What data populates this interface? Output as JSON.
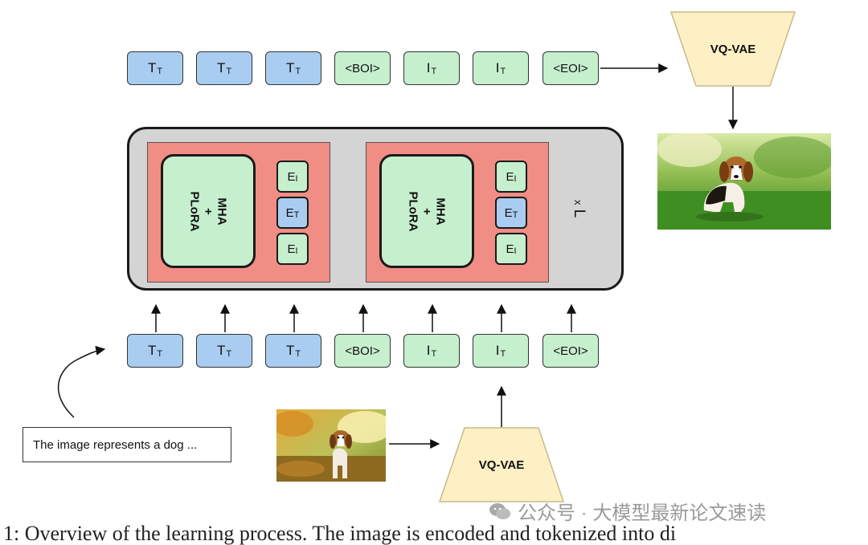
{
  "output_tokens": [
    {
      "kind": "text",
      "main": "T",
      "sub": "T"
    },
    {
      "kind": "text",
      "main": "T",
      "sub": "T"
    },
    {
      "kind": "text",
      "main": "T",
      "sub": "T"
    },
    {
      "kind": "image",
      "main": "<BOI>",
      "sub": ""
    },
    {
      "kind": "image",
      "main": "I",
      "sub": "T"
    },
    {
      "kind": "image",
      "main": "I",
      "sub": "T"
    },
    {
      "kind": "image",
      "main": "<EOI>",
      "sub": ""
    }
  ],
  "input_tokens": [
    {
      "kind": "text",
      "main": "T",
      "sub": "T"
    },
    {
      "kind": "text",
      "main": "T",
      "sub": "T"
    },
    {
      "kind": "text",
      "main": "T",
      "sub": "T"
    },
    {
      "kind": "image",
      "main": "<BOI>",
      "sub": ""
    },
    {
      "kind": "image",
      "main": "I",
      "sub": "T"
    },
    {
      "kind": "image",
      "main": "I",
      "sub": "T"
    },
    {
      "kind": "image",
      "main": "<EOI>",
      "sub": ""
    }
  ],
  "decoder": {
    "label": "VQ-VAE"
  },
  "encoder": {
    "label": "VQ-VAE"
  },
  "model": {
    "blocks": [
      {
        "mha_label": "MHA\n+\nPLoRA",
        "experts": [
          {
            "kind": "image",
            "main": "E",
            "sub": "I"
          },
          {
            "kind": "text",
            "main": "E",
            "sub": "T"
          },
          {
            "kind": "image",
            "main": "E",
            "sub": "I"
          }
        ]
      },
      {
        "mha_label": "MHA\n+\nPLoRA",
        "experts": [
          {
            "kind": "image",
            "main": "E",
            "sub": "I"
          },
          {
            "kind": "text",
            "main": "E",
            "sub": "T"
          },
          {
            "kind": "image",
            "main": "E",
            "sub": "I"
          }
        ]
      }
    ],
    "repeat_label": "L",
    "repeat_prefix": "x"
  },
  "input_text": "The image represents a dog ...",
  "watermark": "公众号 · 大模型最新论文速读",
  "caption_fragment": "1: Overview of the learning process. The image is encoded and tokenized into di"
}
